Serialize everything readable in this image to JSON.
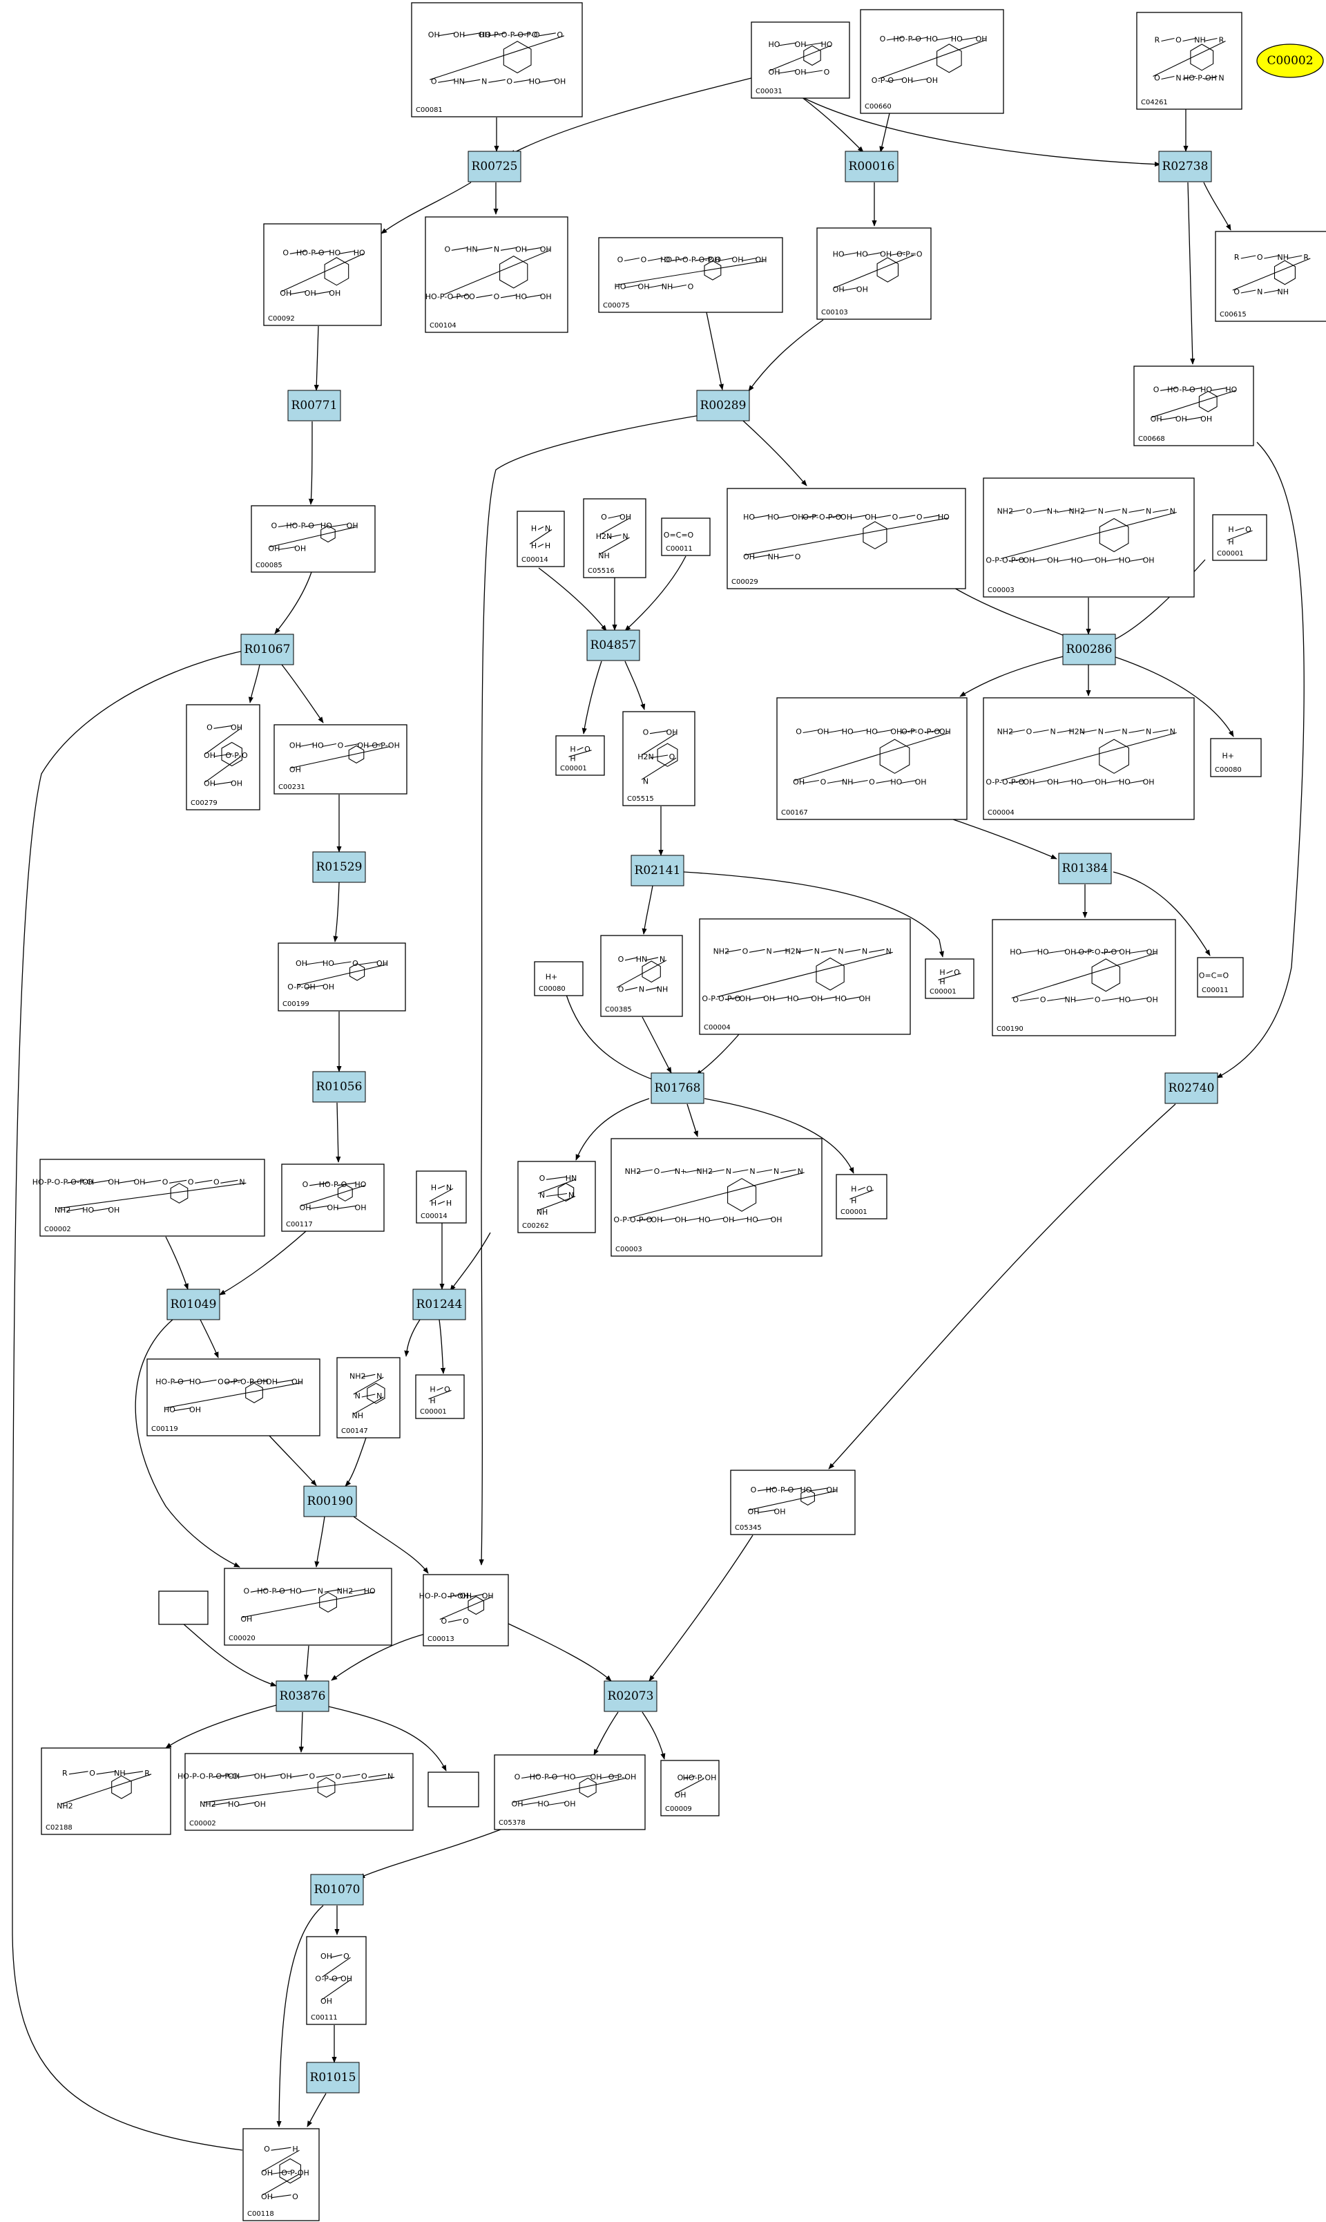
{
  "reactions": [
    {
      "id": "R00725"
    },
    {
      "id": "R00016"
    },
    {
      "id": "R02738"
    },
    {
      "id": "R00771"
    },
    {
      "id": "R00289"
    },
    {
      "id": "R01067"
    },
    {
      "id": "R04857"
    },
    {
      "id": "R00286"
    },
    {
      "id": "R01529"
    },
    {
      "id": "R02141"
    },
    {
      "id": "R01384"
    },
    {
      "id": "R01056"
    },
    {
      "id": "R01768"
    },
    {
      "id": "R02740"
    },
    {
      "id": "R01049"
    },
    {
      "id": "R01244"
    },
    {
      "id": "R00190"
    },
    {
      "id": "R03876"
    },
    {
      "id": "R02073"
    },
    {
      "id": "R01070"
    },
    {
      "id": "R01015"
    }
  ],
  "compounds": [
    {
      "id": "C00081",
      "atoms": [
        "OH",
        "OH",
        "OH",
        "HO-P-O-P-O-P-O",
        "O",
        "O",
        "O",
        "HN",
        "N",
        "O",
        "HO",
        "OH"
      ]
    },
    {
      "id": "C00031",
      "atoms": [
        "HO",
        "OH",
        "HO",
        "OH",
        "OH",
        "O"
      ]
    },
    {
      "id": "C00660",
      "atoms": [
        "O",
        "HO-P-O",
        "HO",
        "HO",
        "OH",
        "O-P-O",
        "OH",
        "OH"
      ]
    },
    {
      "id": "C04261",
      "atoms": [
        "R",
        "O",
        "NH",
        "R",
        "O",
        "N",
        "HO-P-OH",
        "N"
      ]
    },
    {
      "id": "C00092",
      "atoms": [
        "O",
        "HO-P-O",
        "HO",
        "HO",
        "OH",
        "OH",
        "OH"
      ]
    },
    {
      "id": "C00104",
      "atoms": [
        "O",
        "HN",
        "N",
        "OH",
        "OH",
        "HO-P-O-P-O",
        "O",
        "O",
        "HO",
        "OH"
      ]
    },
    {
      "id": "C00075",
      "atoms": [
        "O",
        "O",
        "O",
        "HO-P-O-P-O-P-O",
        "OH",
        "OH",
        "OH",
        "HO",
        "OH",
        "NH",
        "O"
      ]
    },
    {
      "id": "C00103",
      "atoms": [
        "HO",
        "HO",
        "OH",
        "O-P=O",
        "OH",
        "OH"
      ]
    },
    {
      "id": "C00615",
      "atoms": [
        "R",
        "O",
        "NH",
        "R",
        "O",
        "N",
        "NH"
      ]
    },
    {
      "id": "C00668",
      "atoms": [
        "O",
        "HO-P-O",
        "HO",
        "HO",
        "OH",
        "OH",
        "OH"
      ]
    },
    {
      "id": "C00085",
      "atoms": [
        "O",
        "HO-P-O",
        "HO",
        "OH",
        "OH",
        "OH"
      ]
    },
    {
      "id": "C00014",
      "atoms": [
        "H",
        "N",
        "H",
        "H"
      ]
    },
    {
      "id": "C05516",
      "atoms": [
        "O",
        "OH",
        "H2N",
        "N",
        "NH"
      ]
    },
    {
      "id": "C00011",
      "atoms": [
        "O=C=O"
      ]
    },
    {
      "id": "C00029",
      "atoms": [
        "HO",
        "HO",
        "OH",
        "O-P-O-P-O",
        "OH",
        "OH",
        "O",
        "O",
        "HO",
        "OH",
        "NH",
        "O"
      ]
    },
    {
      "id": "C00003",
      "atoms": [
        "NH2",
        "O",
        "N+",
        "NH2",
        "N",
        "N",
        "N",
        "N",
        "O-P-O-P-O",
        "OH",
        "OH",
        "HO",
        "OH",
        "HO",
        "OH"
      ]
    },
    {
      "id": "C00001",
      "atoms": [
        "H",
        "O",
        "H"
      ]
    },
    {
      "id": "C00279",
      "atoms": [
        "O",
        "OH",
        "OH",
        "O-P-O",
        "OH",
        "OH"
      ]
    },
    {
      "id": "C00231",
      "atoms": [
        "OH",
        "HO",
        "O",
        "OH",
        "O-P-OH",
        "OH"
      ]
    },
    {
      "id": "C05515",
      "atoms": [
        "O",
        "OH",
        "H2N",
        "O",
        "N"
      ]
    },
    {
      "id": "C00167",
      "atoms": [
        "O",
        "OH",
        "HO",
        "HO",
        "OH",
        "O-P-O-P-O",
        "OH",
        "OH",
        "O",
        "NH",
        "O",
        "HO",
        "OH"
      ]
    },
    {
      "id": "C00004",
      "atoms": [
        "NH2",
        "O",
        "N",
        "H2N",
        "N",
        "N",
        "N",
        "N",
        "O-P-O-P-O",
        "OH",
        "OH",
        "HO",
        "OH",
        "HO",
        "OH"
      ]
    },
    {
      "id": "C00080",
      "atoms": [
        "H+"
      ]
    },
    {
      "id": "C00199",
      "atoms": [
        "OH",
        "HO",
        "O",
        "OH",
        "O-P-OH",
        "OH"
      ]
    },
    {
      "id": "C00385",
      "atoms": [
        "O",
        "HN",
        "N",
        "O",
        "N",
        "NH"
      ]
    },
    {
      "id": "C00190",
      "atoms": [
        "HO",
        "HO",
        "OH",
        "O-P-O-P-O",
        "OH",
        "OH",
        "O",
        "O",
        "NH",
        "O",
        "HO",
        "OH"
      ]
    },
    {
      "id": "C00002",
      "atoms": [
        "HO-P-O-P-O-P-O",
        "OH",
        "OH",
        "OH",
        "O",
        "O",
        "O",
        "N",
        "NH2",
        "HO",
        "OH"
      ]
    },
    {
      "id": "C00117",
      "atoms": [
        "O",
        "HO-P-O",
        "HO",
        "OH",
        "OH",
        "OH"
      ]
    },
    {
      "id": "C00262",
      "atoms": [
        "O",
        "HN",
        "N",
        "N",
        "NH"
      ]
    },
    {
      "id": "C00119",
      "atoms": [
        "HO-P-O",
        "HO",
        "O",
        "O-P-O-P-OH",
        "OH",
        "OH",
        "HO",
        "OH"
      ]
    },
    {
      "id": "C00147",
      "atoms": [
        "NH2",
        "N",
        "N",
        "N",
        "NH"
      ]
    },
    {
      "id": "C05345",
      "atoms": [
        "O",
        "HO-P-O",
        "HO",
        "OH",
        "OH",
        "OH"
      ]
    },
    {
      "id": "C00020",
      "atoms": [
        "O",
        "HO-P-O",
        "HO",
        "N",
        "NH2",
        "HO",
        "OH"
      ]
    },
    {
      "id": "C00013",
      "atoms": [
        "HO-P-O-P-OH",
        "OH",
        "OH",
        "O",
        "O"
      ]
    },
    {
      "id": "C02188",
      "atoms": [
        "R",
        "O",
        "NH",
        "R",
        "NH2"
      ]
    },
    {
      "id": "C05378",
      "atoms": [
        "O",
        "HO-P-O",
        "HO",
        "OH",
        "O-P-OH",
        "OH",
        "HO",
        "OH"
      ]
    },
    {
      "id": "C00009",
      "atoms": [
        "O",
        "HO-P-OH",
        "OH"
      ]
    },
    {
      "id": "C00111",
      "atoms": [
        "OH",
        "O",
        "O-P-O",
        "OH",
        "OH"
      ]
    },
    {
      "id": "C00118",
      "atoms": [
        "O",
        "H",
        "OH",
        "O-P-OH",
        "OH",
        "O"
      ]
    }
  ],
  "highlight": {
    "id": "C00002",
    "color": "#ffff00"
  },
  "colors": {
    "reaction_fill": "#add8e6",
    "edge": "#000000"
  }
}
